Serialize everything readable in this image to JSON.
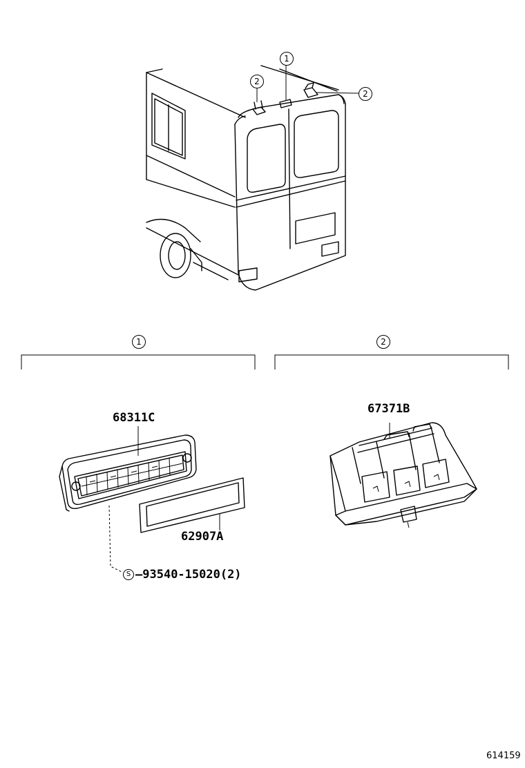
{
  "callouts": {
    "one": "1",
    "two": "2",
    "s_mark": "S"
  },
  "group1": {
    "label": "1",
    "part_lamp": "68311C",
    "part_gasket": "62907A",
    "part_screw": "93540-15020(2)"
  },
  "group2": {
    "label": "2",
    "part_lamp": "67371B"
  },
  "footer": {
    "code": "614159"
  }
}
